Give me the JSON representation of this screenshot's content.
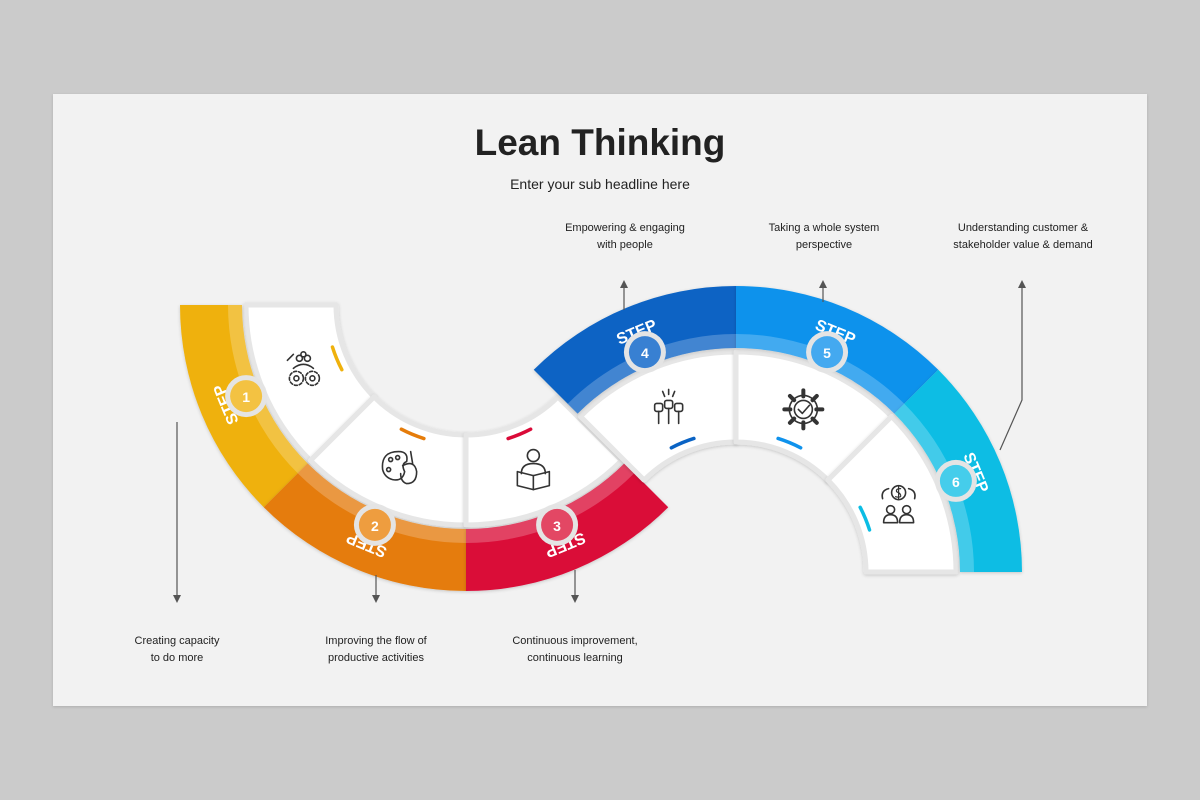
{
  "title": "Lean Thinking",
  "subtitle": "Enter your sub headline here",
  "steps": [
    {
      "word": "STEP",
      "number": "1",
      "color": "#efb10c",
      "badge": "#f3c242",
      "icon": "team-gears-icon",
      "label": [
        "Creating capacity",
        "to do more"
      ]
    },
    {
      "word": "STEP",
      "number": "2",
      "color": "#e57c0a",
      "badge": "#ee9d3f",
      "icon": "palette-icon",
      "label": [
        "Improving the flow of",
        "productive activities"
      ]
    },
    {
      "word": "STEP",
      "number": "3",
      "color": "#da0a38",
      "badge": "#e34764",
      "icon": "reading-person-icon",
      "label": [
        "Continuous improvement,",
        "continuous learning"
      ]
    },
    {
      "word": "STEP",
      "number": "4",
      "color": "#0a63c4",
      "badge": "#3880d2",
      "icon": "raised-fists-icon",
      "label": [
        "Empowering & engaging",
        "with people"
      ]
    },
    {
      "word": "STEP",
      "number": "5",
      "color": "#0f92ec",
      "badge": "#44a9f0",
      "icon": "gear-check-icon",
      "label": [
        "Taking a whole system",
        "perspective"
      ]
    },
    {
      "word": "STEP",
      "number": "6",
      "color": "#0bbde4",
      "badge": "#45cdeb",
      "icon": "people-dollar-icon",
      "label": [
        "Understanding customer &",
        "stakeholder value & demand"
      ]
    }
  ]
}
